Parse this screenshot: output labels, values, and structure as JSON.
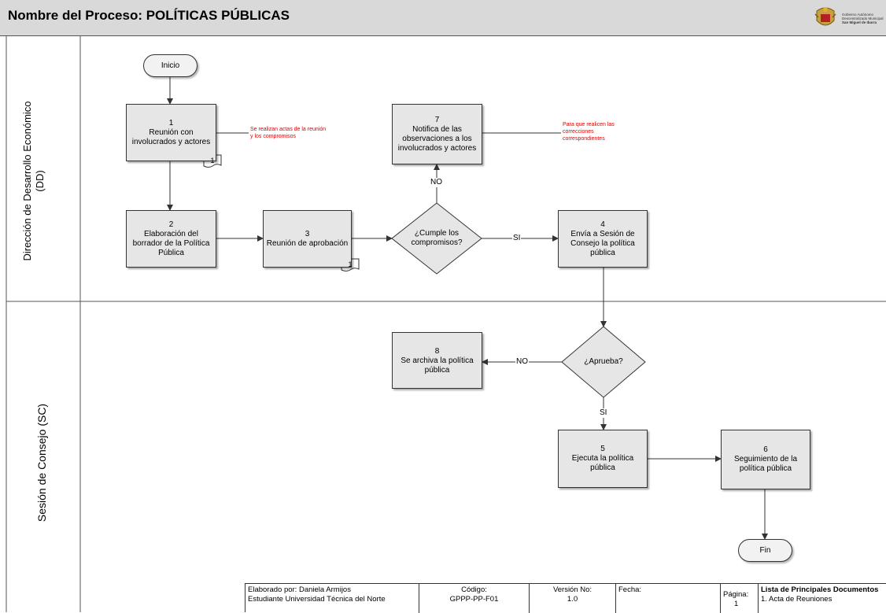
{
  "header": {
    "title": "Nombre del Proceso: POLÍTICAS PÚBLICAS"
  },
  "logo": {
    "line1": "Gobierno Autónomo",
    "line2": "Descentralizado Municipal",
    "line3": "San Miguel de Ibarra",
    "icon": "coat-of-arms-icon"
  },
  "lanes": [
    {
      "label_line1": "Dirección de Desarrollo Económico",
      "label_line2": "(DD)"
    },
    {
      "label_line1": "Sesión de Consejo (SC)"
    }
  ],
  "terminals": {
    "start": "Inicio",
    "end": "Fin"
  },
  "steps": {
    "s1": {
      "num": "1",
      "text": "Reunión  con involucrados y actores"
    },
    "s2": {
      "num": "2",
      "text": "Elaboración del borrador de la Política Pública"
    },
    "s3": {
      "num": "3",
      "text": "Reunión de aprobación"
    },
    "s4": {
      "num": "4",
      "text": "Envía a Sesión de Consejo la política pública"
    },
    "s5": {
      "num": "5",
      "text": "Ejecuta la política pública"
    },
    "s6": {
      "num": "6",
      "text": "Seguimiento de la política pública"
    },
    "s7": {
      "num": "7",
      "text": "Notifica de las observaciones a los involucrados y actores"
    },
    "s8": {
      "num": "8",
      "text": "Se archiva la política pública"
    }
  },
  "decisions": {
    "d1": "¿Cumple los compromisos?",
    "d2": "¿Aprueba?"
  },
  "edge_labels": {
    "d1_yes": "SI",
    "d1_no": "NO",
    "d2_yes": "SI",
    "d2_no": "NO"
  },
  "documents": {
    "doc1": "1",
    "doc3": "1"
  },
  "notes": {
    "n1": "Se realizan actas de la reunión y los compromisos",
    "n7": "Para que realicen las correcciones correspondientes"
  },
  "footer": {
    "prepared_by": "Elaborado por: Daniela Armijos",
    "prepared_by_2": "Estudiante Universidad Técnica del Norte",
    "code_label": "Código:",
    "code_value": "GPPP-PP-F01",
    "version_label": "Versión No:",
    "version_value": "1.0",
    "date_label": "Fecha:",
    "page_label": "Página:",
    "page_value": "1",
    "docs_title": "Lista de Principales Documentos",
    "docs_item": "1. Acta de Reuniones"
  }
}
